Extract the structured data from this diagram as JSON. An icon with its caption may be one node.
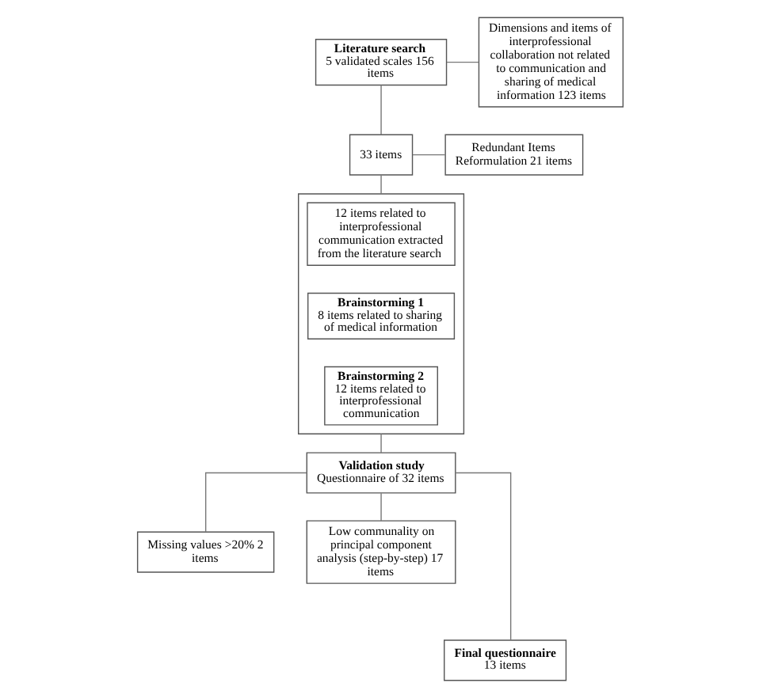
{
  "diagram": {
    "nodes": [
      {
        "text": [
          "Literature search",
          "5 validated scales 156 items"
        ]
      },
      {
        "text": [
          "Dimensions and items of interprofessional collaboration not related to communication and sharing of medical information 123 items"
        ]
      },
      {
        "text": [
          "33 items"
        ]
      },
      {
        "text": [
          "Redundant Items Reformulation 21 items"
        ]
      },
      {
        "text": [],
        "shape": "box"
      },
      {
        "text": [
          "12 items related to interprofessional communication extracted from the literature search"
        ],
        "in": 4
      },
      {
        "text": [
          "Brainstorming 1",
          "8 items related to sharing of medical information"
        ],
        "in": 4
      },
      {
        "text": [
          "Brainstorming 2",
          "12 items related to interprofessional communication"
        ],
        "in": 4
      },
      {
        "text": [
          "Validation study",
          "Questionnaire of 32 items"
        ]
      },
      {
        "text": [
          "Missing values >20% 2 items"
        ]
      },
      {
        "text": [
          "Low communality on principal component analysis (step-by-step) 17 items"
        ]
      },
      {
        "text": [
          "Final questionnaire",
          "13 items"
        ]
      }
    ],
    "edges": [
      {
        "from": 0,
        "to": 2,
        "arrow": "none"
      },
      {
        "from": 0,
        "to": 1,
        "arrow": "none"
      },
      {
        "from": 2,
        "to": 4,
        "arrow": "none"
      },
      {
        "from": 2,
        "to": 3,
        "arrow": "none"
      },
      {
        "from": 4,
        "to": 8,
        "arrow": "none"
      },
      {
        "from": 8,
        "to": 9,
        "arrow": "none"
      },
      {
        "from": 8,
        "to": 10,
        "arrow": "none"
      },
      {
        "from": 8,
        "to": 11,
        "arrow": "none"
      }
    ]
  }
}
